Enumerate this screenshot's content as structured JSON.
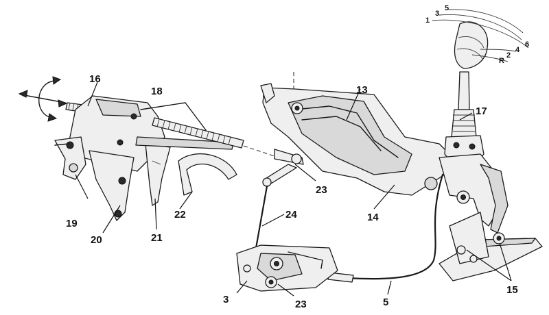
{
  "callouts": {
    "c16": "16",
    "c18": "18",
    "c13": "13",
    "c17": "17",
    "c19": "19",
    "c20": "20",
    "c21": "21",
    "c22": "22",
    "c23a": "23",
    "c24": "24",
    "c14": "14",
    "c3": "3",
    "c23b": "23",
    "c5": "5",
    "c15": "15"
  },
  "gear_pattern": [
    "1",
    "3",
    "5",
    "R",
    "2",
    "4",
    "6"
  ]
}
